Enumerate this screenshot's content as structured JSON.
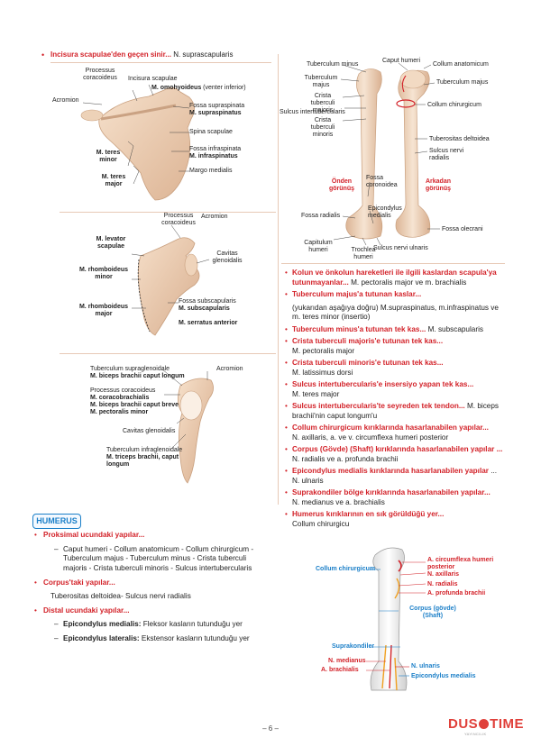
{
  "top_left": {
    "bullet_heading": "Incisura scapulae'den geçen sinir...",
    "bullet_text": " N. suprascapularis"
  },
  "scapula_posterior": {
    "processus_coracoideus": "Processus coracoideus",
    "incisura_scapulae": "Incisura scapulae",
    "m_omohyoideus": "M. omohyoideus",
    "venter_inferior": " (venter inferior)",
    "acromion": "Acromion",
    "fossa_supraspinata": "Fossa supraspinata",
    "m_supraspinatus": "M. supraspinatus",
    "spina_scapulae": "Spina scapulae",
    "m_teres_minor": "M. teres minor",
    "fossa_infraspinata": "Fossa infraspinata",
    "m_infraspinatus": "M. infraspinatus",
    "m_teres_major": "M. teres major",
    "margo_medialis": "Margo medialis"
  },
  "scapula_anterior": {
    "processus_coracoideus": "Processus coracoideus",
    "acromion": "Acromion",
    "m_levator_scapulae": "M. levator scapulae",
    "cavitas_glenoidalis": "Cavitas glenoidalis",
    "m_rhomboideus_minor": "M. rhomboideus minor",
    "m_rhomboideus_major": "M. rhomboideus major",
    "fossa_subscapularis": "Fossa subscapularis",
    "m_subscapularis": "M. subscapularis",
    "m_serratus_anterior": "M. serratus anterior"
  },
  "scapula_lateral": {
    "tuberculum_supraglenoidale": "Tuberculum supraglenoidale",
    "m_biceps_caput_longum": "M. biceps brachii caput longum",
    "acromion": "Acromion",
    "processus_coracoideus": "Processus coracoideus",
    "m_coracobrachialis": "M. coracobrachialis",
    "m_biceps_caput_breve": "M. biceps brachii caput breve",
    "m_pectoralis_minor": "M. pectoralis minor",
    "cavitas_glenoidalis": "Cavitas glenoidalis",
    "tuberculum_infraglenoidale": "Tuberculum infraglenoidale",
    "m_triceps_caput_longum": "M. triceps brachii, caput longum"
  },
  "humerus_figure": {
    "tuberculum_minus": "Tuberculum minus",
    "caput_humeri": "Caput humeri",
    "collum_anatomicum": "Collum anatomicum",
    "tuberculum_majus_left": "Tuberculum majus",
    "tuberculum_majus_right": "Tuberculum majus",
    "crista_majoris": "Crista tuberculi majoris",
    "sulcus_intertubercularis": "Sulcus intertubercularis",
    "crista_minoris": "Crista tuberculi minoris",
    "collum_chirurgicum": "Collum chirurgicum",
    "tuberositas_deltoidea": "Tuberositas deltoidea",
    "sulcus_nervi_radialis": "Sulcus nervi radialis",
    "onden": "Önden görünüş",
    "arkadan": "Arkadan görünüş",
    "fossa_coronoidea": "Fossa coronoidea",
    "fossa_radialis": "Fossa radialis",
    "epicondylus_medialis": "Epicondylus medialis",
    "fossa_olecrani": "Fossa olecrani",
    "capitulum_humeri": "Capitulum humeri",
    "trochlea_humeri": "Trochlea humeri",
    "sulcus_nervi_ulnaris": "Sulcus nervi ulnaris"
  },
  "right_bullets": [
    {
      "head": "Kolun ve önkolun hareketleri ile ilgili kaslardan scapula'ya tutunmayanlar...",
      "text": " M. pectoralis major ve m. brachialis"
    },
    {
      "head": "Tuberculum majus'a tutunan kaslar...",
      "text": "(yukarıdan aşağıya doğru) M.supraspinatus, m.infraspinatus ve m. teres minor (insertio)"
    },
    {
      "head": "Tuberculum minus'a tutunan tek kas...",
      "text": " M. subscapularis"
    },
    {
      "head": "Crista tuberculi majoris'e tutunan tek kas...",
      "text": "M. pectoralis major"
    },
    {
      "head": "Crista tuberculi minoris'e tutunan tek kas...",
      "text": "M. latissimus dorsi"
    },
    {
      "head": "Sulcus intertubercularis'e insersiyo yapan tek kas...",
      "text": "M. teres major"
    },
    {
      "head": "Sulcus intertubercularis'te seyreden tek tendon...",
      "text": " M. biceps brachii'nin caput longum'u"
    },
    {
      "head": "Collum chirurgicum kırıklarında hasarlanabilen yapılar...",
      "text": "N. axillaris, a. ve v. circumflexa humeri posterior"
    },
    {
      "head": "Corpus (Gövde) (Shaft) kırıklarında hasarlanabilen yapılar ...",
      "text": " N. radialis ve a. profunda brachii"
    },
    {
      "head": "Epicondylus medialis kırıklarında hasarlanabilen yapılar",
      "text": " ... N. ulnaris"
    },
    {
      "head": "Suprakondiler bölge kırıklarında hasarlanabilen yapılar...",
      "text": "N. medianus ve a. brachialis"
    },
    {
      "head": "Humerus kırıklarının en sık görüldüğü yer...",
      "text": "Collum chirurgicu"
    }
  ],
  "fracture_figure": {
    "collum_chirurgicum": "Collum chirurgicum",
    "a_circumflexa": "A. circumflexa humeri posterior",
    "n_axillaris": "N. axillaris",
    "n_radialis": "N. radialis",
    "a_profunda": "A. profunda brachii",
    "corpus": "Corpus (gövde) (Shaft)",
    "suprakondiler": "Suprakondiler",
    "n_medianus": "N. medianus",
    "a_brachialis": "A. brachialis",
    "n_ulnaris": "N. ulnaris",
    "epicondylus_medialis": "Epicondylus medialis"
  },
  "humerus_section": {
    "title": "HUMERUS",
    "proksimal_head": "Proksimal ucundaki yapılar...",
    "proksimal_items": "Caput humeri - Collum anatomicum - Collum chirurgicum - Tuberculum majus - Tuberculum minus - Crista tuberculi majoris - Crista tuberculi minoris - Sulcus intertubercularis",
    "corpus_head": "Corpus'taki yapılar...",
    "corpus_items": "Tuberositas deltoidea- Sulcus nervi radialis",
    "distal_head": "Distal ucundaki yapılar...",
    "epi_med_label": "Epicondylus medialis:",
    "epi_med_text": " Fleksor kasların tutunduğu yer",
    "epi_lat_label": "Epicondylus lateralis:",
    "epi_lat_text": " Ekstensor kasların tutunduğu yer"
  },
  "footer": {
    "page": "– 6 –",
    "logo_left": "DUS",
    "logo_right": "TIME",
    "logo_sub": "YAYINCILIK"
  },
  "colors": {
    "accent_red": "#d3232a",
    "accent_blue": "#1b7fc8",
    "bone": "#f0d5bd",
    "separator": "#e7c9b6"
  }
}
